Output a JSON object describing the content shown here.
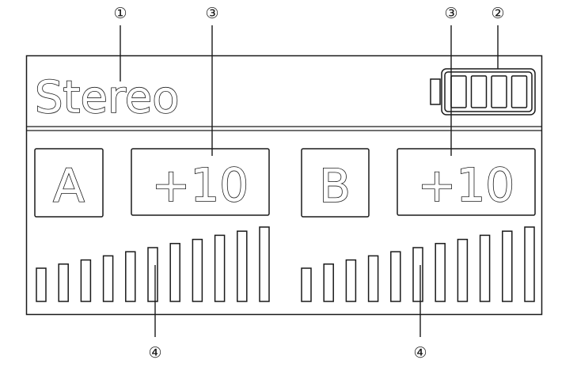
{
  "screen": {
    "mode_label": "Stereo",
    "battery": {
      "level_segments": 4,
      "total_segments": 4
    },
    "channels": [
      {
        "id": "a",
        "label": "A",
        "value": "+10",
        "meter_bars": 11
      },
      {
        "id": "b",
        "label": "B",
        "value": "+10",
        "meter_bars": 11
      }
    ]
  },
  "callouts": {
    "mode": "①",
    "battery": "②",
    "level_a": "③",
    "level_b": "③",
    "meter_a": "④",
    "meter_b": "④"
  },
  "colors": {
    "line": "#1a1a1a",
    "background": "#ffffff"
  }
}
